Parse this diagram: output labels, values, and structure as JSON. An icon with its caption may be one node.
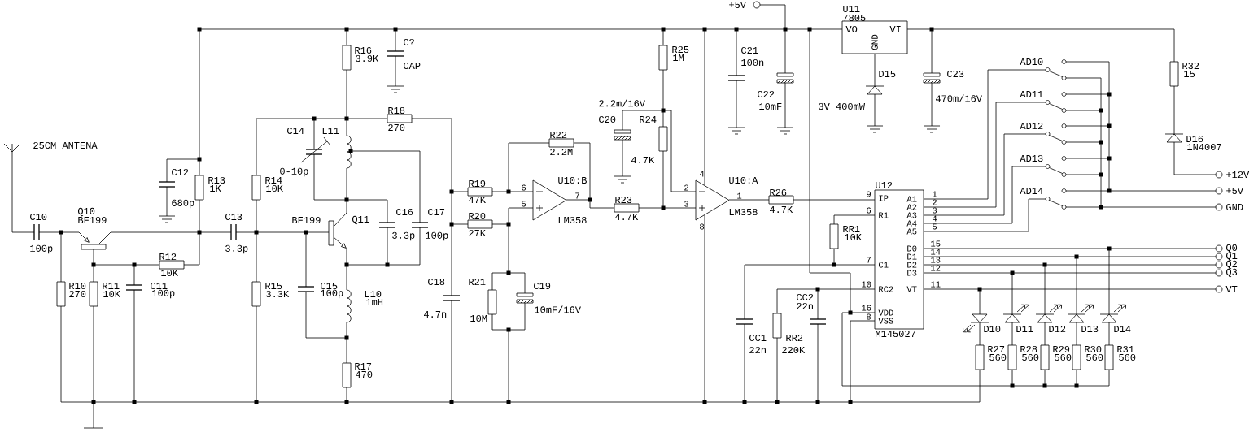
{
  "diagram": {
    "nodes": [
      {
        "text": [
          "U11",
          "7805",
          "VO",
          "VI",
          "GND"
        ]
      },
      {
        "text": [
          "U12",
          "IP",
          "R1",
          "C1",
          "RC2",
          "VDD",
          "VSS",
          "A1",
          "A2",
          "A3",
          "A4",
          "A5",
          "D0",
          "D1",
          "D2",
          "D3",
          "VT",
          "M145027"
        ]
      }
    ],
    "labels": [
      "25CM ANTENA",
      "C10",
      "100p",
      "Q10",
      "BF199",
      "R10",
      "270",
      "R11",
      "10K",
      "C11",
      "100p",
      "R12",
      "10K",
      "C12",
      "680p",
      "R13",
      "1K",
      "C13",
      "3.3p",
      "R14",
      "10K",
      "R15",
      "3.3K",
      "C14",
      "L11",
      "0-10p",
      "BF199",
      "Q11",
      "R16",
      "3.9K",
      "C?",
      "CAP",
      "R18",
      "270",
      "C16",
      "3.3p",
      "C17",
      "100p",
      "C15",
      "100p",
      "L10",
      "1mH",
      "R17",
      "470",
      "C18",
      "4.7n",
      "R19",
      "47K",
      "R20",
      "27K",
      "R21",
      "10M",
      "C19",
      "10mF/16V",
      "R22",
      "2.2M",
      "6",
      "5",
      "U10:B",
      "7",
      "LM358",
      "2.2m/16V",
      "C20",
      "R24",
      "4.7K",
      "R25",
      "1M",
      "R23",
      "4.7K",
      "4",
      "2",
      "3",
      "8",
      "U10:A",
      "1",
      "LM358",
      "R26",
      "4.7K",
      "+5V",
      "C21",
      "100n",
      "C22",
      "10mF",
      "D15",
      "3V 400mW",
      "C23",
      "470m/16V",
      "R32",
      "15",
      "D16",
      "1N4007",
      "AD10",
      "AD11",
      "AD12",
      "AD13",
      "AD14",
      "+12V",
      "+5V",
      "GND",
      "9",
      "6",
      "7",
      "10",
      "16",
      "8",
      "1",
      "2",
      "3",
      "4",
      "5",
      "15",
      "14",
      "13",
      "12",
      "11",
      "Q0",
      "Q1",
      "Q2",
      "Q3",
      "VT",
      "RR1",
      "10K",
      "CC1",
      "22n",
      "RR2",
      "220K",
      "CC2",
      "22n",
      "D10",
      "D11",
      "D12",
      "D13",
      "D14",
      "R27",
      "560",
      "R28",
      "560",
      "R29",
      "560",
      "R30",
      "560",
      "R31",
      "560"
    ]
  }
}
